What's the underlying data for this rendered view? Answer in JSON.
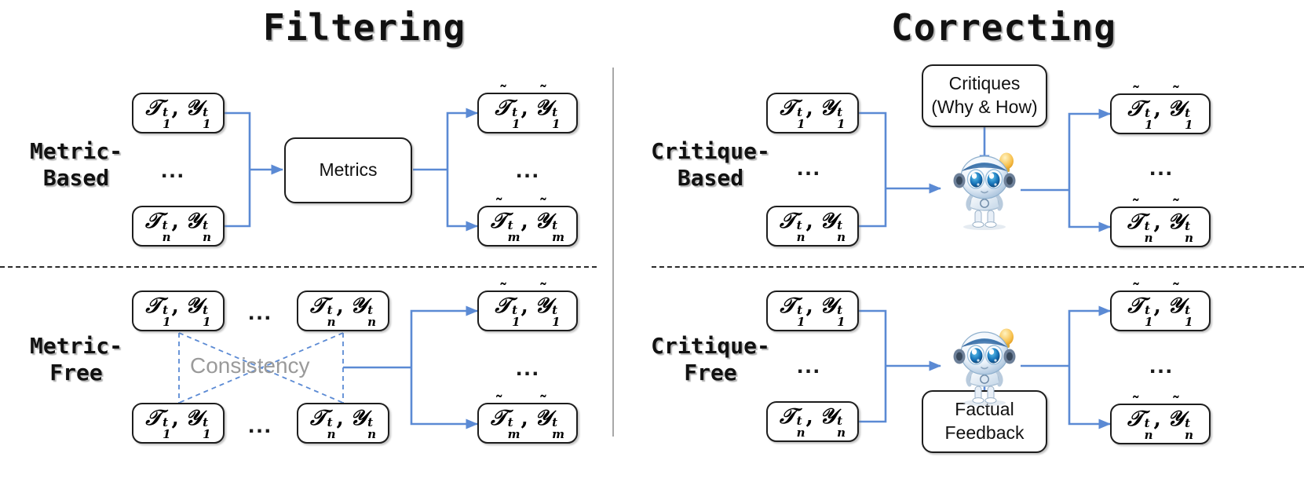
{
  "panels": {
    "left_title": "Filtering",
    "right_title": "Correcting"
  },
  "row_labels": {
    "top_left": "Metric-\nBased",
    "bottom_left": "Metric-\nFree",
    "top_right": "Critique-\nBased",
    "bottom_right": "Critique-\nFree"
  },
  "process_boxes": {
    "metrics": "Metrics",
    "critiques_line1": "Critiques",
    "critiques_line2": "(Why & How)",
    "factual_line1": "Factual",
    "factual_line2": "Feedback"
  },
  "labels": {
    "consistency": "Consistency",
    "ellipsis": "..."
  },
  "nodes": {
    "input_1": {
      "t_sym": "T",
      "y_sym": "Y",
      "sup": "t",
      "sub": "1",
      "tilde": false
    },
    "input_n": {
      "t_sym": "T",
      "y_sym": "Y",
      "sup": "t",
      "sub": "n",
      "tilde": false
    },
    "output_1": {
      "t_sym": "T",
      "y_sym": "Y",
      "sup": "t",
      "sub": "1",
      "tilde": true
    },
    "output_m": {
      "t_sym": "T",
      "y_sym": "Y",
      "sup": "t",
      "sub": "m",
      "tilde": true
    },
    "output_n": {
      "t_sym": "T",
      "y_sym": "Y",
      "sup": "t",
      "sub": "n",
      "tilde": true
    }
  },
  "colors": {
    "connector_blue": "#5b8ad4",
    "box_border": "#1d1d1d",
    "divider_gray": "#a8a8a8",
    "consistency_gray": "#9a9a9a",
    "background": "#ffffff"
  },
  "icons": {
    "robot": "robot-assistant-icon",
    "lightbulb": "lightbulb-icon"
  }
}
